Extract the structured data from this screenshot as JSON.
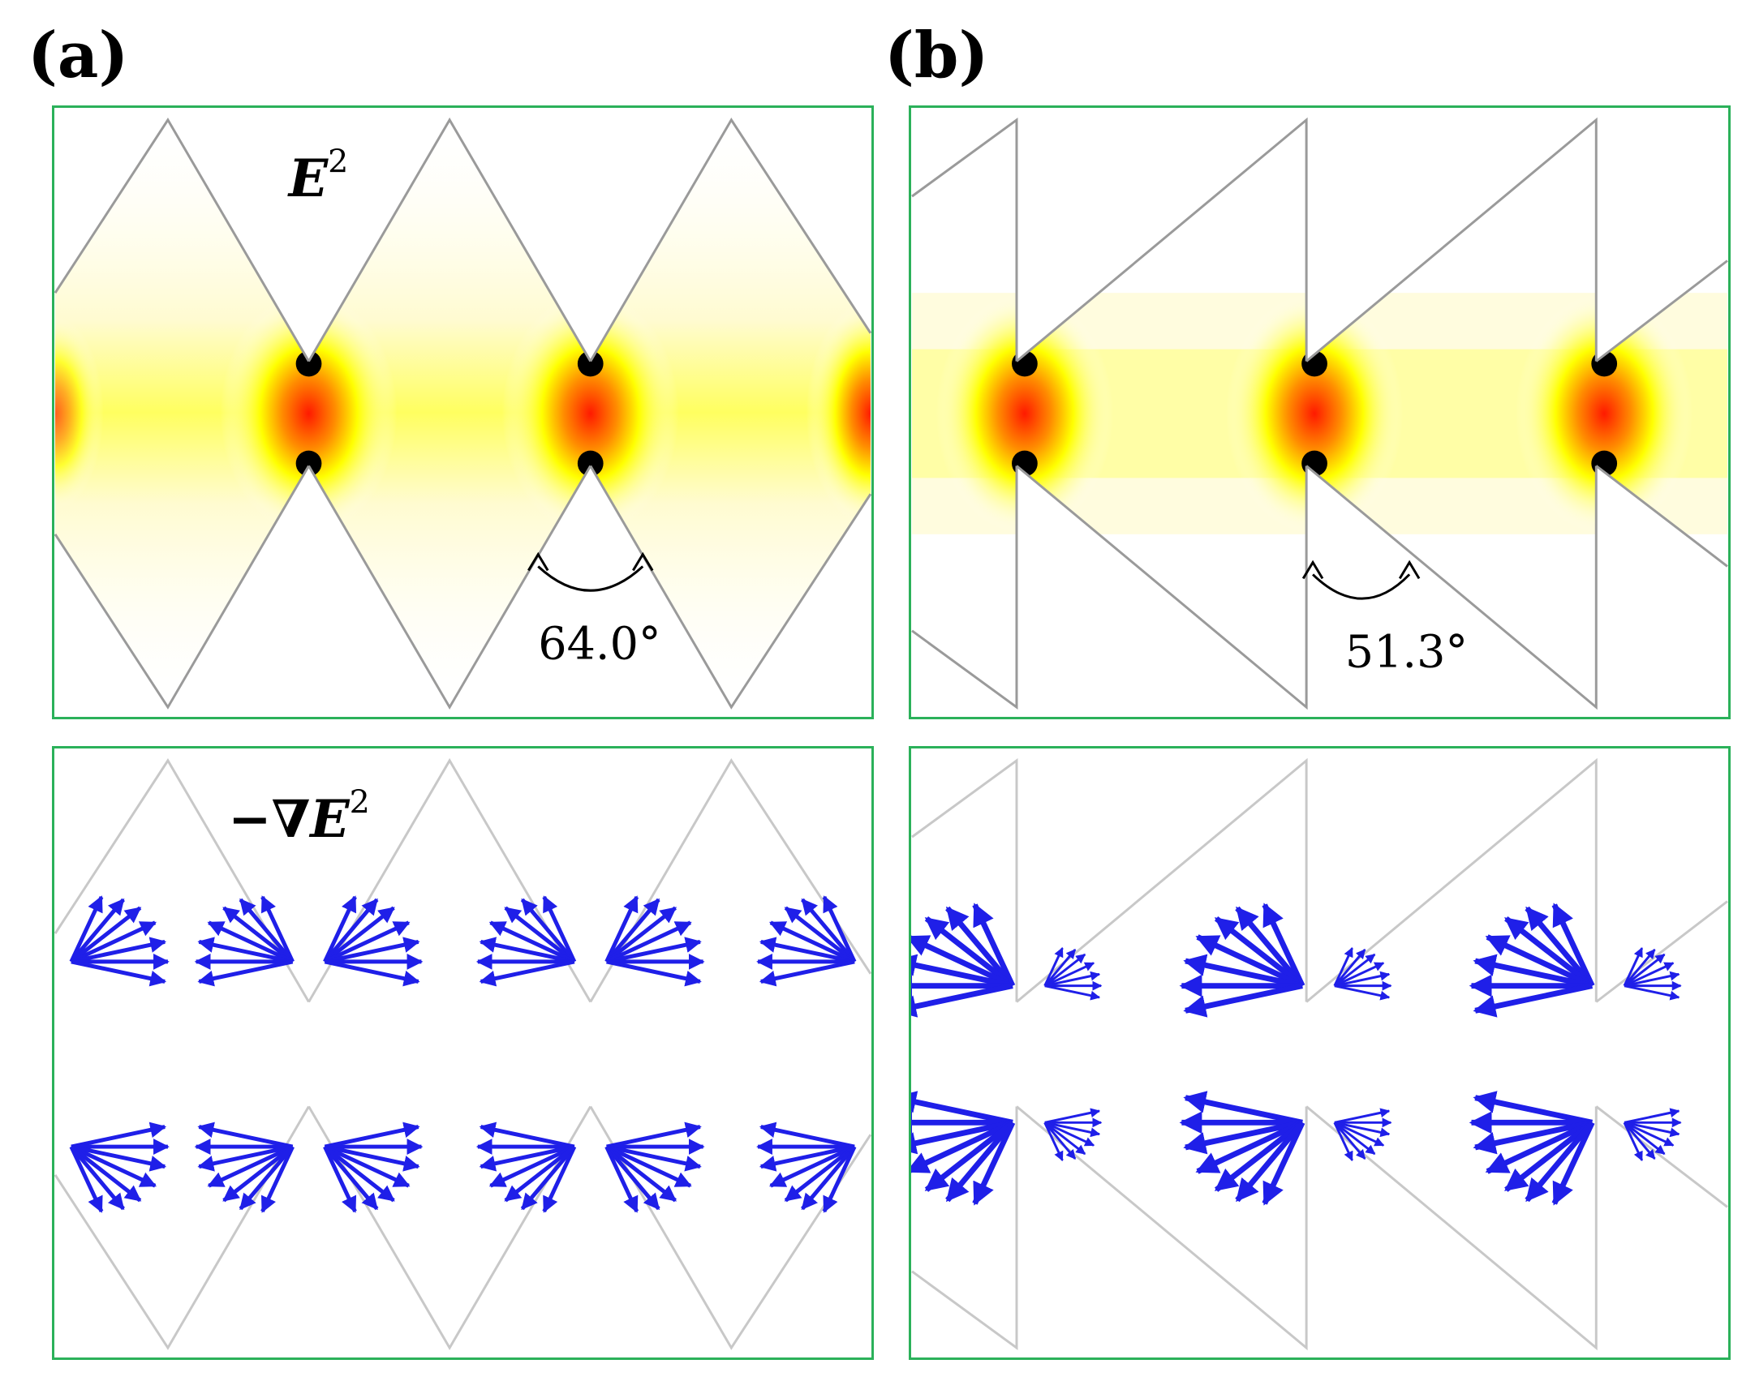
{
  "panel_a": {
    "letter": "(a)",
    "field_label": "E",
    "field_exponent": "2",
    "grad_prefix": "−∇",
    "grad_label": "E",
    "grad_exponent": "2",
    "angle": "64.0°"
  },
  "panel_b": {
    "letter": "(b)",
    "angle": "51.3°"
  },
  "colors": {
    "frame": "#2bb15a",
    "arrow": "#1f1fe8",
    "outline": "#9a9a9a",
    "hot": "#ff0000",
    "warm": "#ffff00",
    "core": "#000000"
  }
}
